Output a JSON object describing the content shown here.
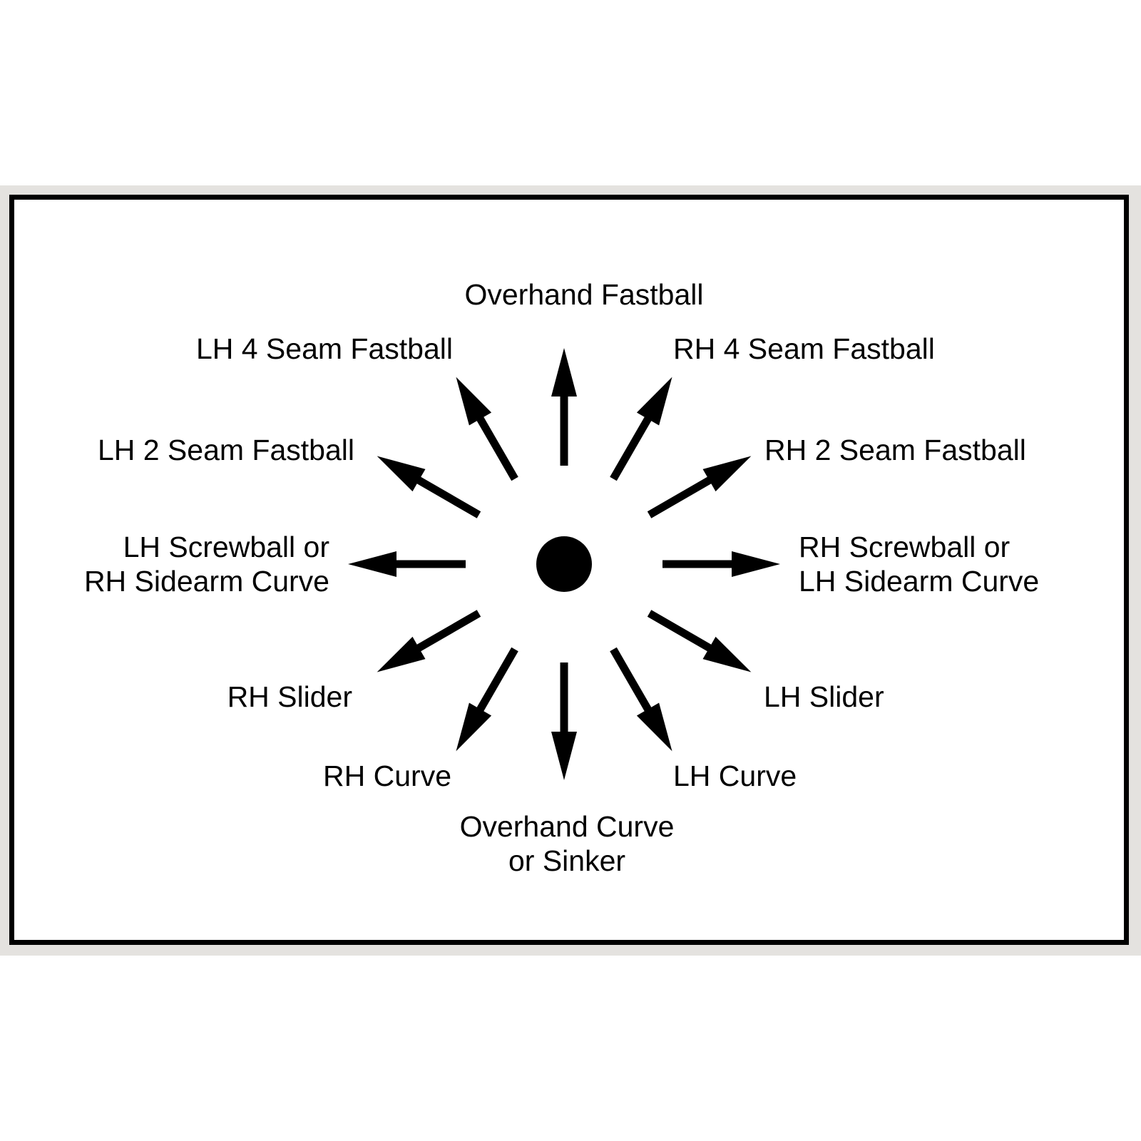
{
  "labels": {
    "overhand_fastball": "Overhand Fastball",
    "lh_4_seam": "LH 4 Seam Fastball",
    "rh_4_seam": "RH 4 Seam Fastball",
    "lh_2_seam": "LH 2 Seam Fastball",
    "rh_2_seam": "RH 2 Seam Fastball",
    "lh_screwball_1": "LH Screwball or",
    "lh_screwball_2": "RH Sidearm Curve",
    "rh_screwball_1": "RH Screwball or",
    "rh_screwball_2": "LH Sidearm Curve",
    "rh_slider": "RH Slider",
    "lh_slider": "LH Slider",
    "rh_curve": "RH Curve",
    "lh_curve": "LH Curve",
    "overhand_curve_1": "Overhand Curve",
    "overhand_curve_2": "or Sinker"
  },
  "colors": {
    "ink": "#000000",
    "frame": "#e4e2df",
    "paper": "#ffffff"
  }
}
